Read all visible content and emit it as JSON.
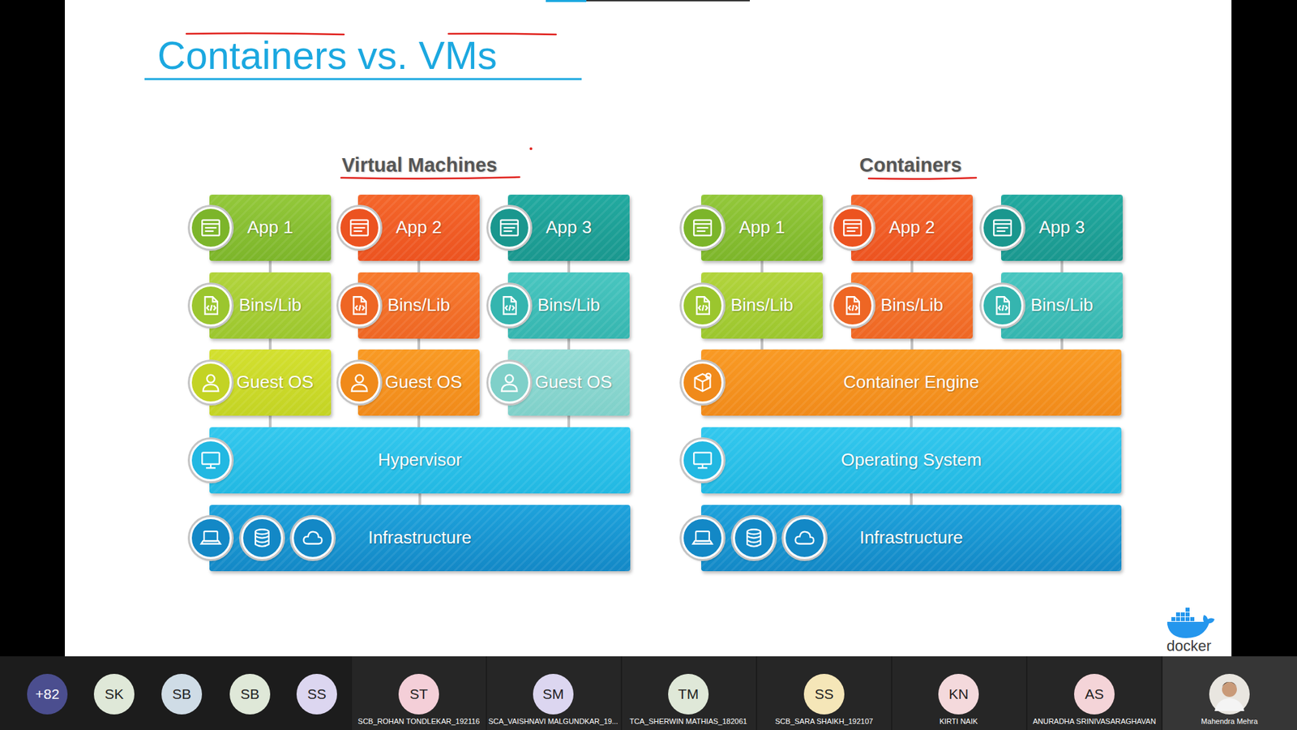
{
  "diagram": {
    "title": "Containers vs. VMs",
    "nodes": [
      {
        "text": [
          "App 1"
        ]
      },
      {
        "text": [
          "App 2"
        ]
      },
      {
        "text": [
          "App 3"
        ]
      },
      {
        "text": [
          "Bins/Lib"
        ]
      },
      {
        "text": [
          "Bins/Lib"
        ]
      },
      {
        "text": [
          "Bins/Lib"
        ]
      },
      {
        "text": [
          "Guest OS"
        ]
      },
      {
        "text": [
          "Guest OS"
        ]
      },
      {
        "text": [
          "Guest OS"
        ]
      },
      {
        "text": [
          "Hypervisor"
        ]
      },
      {
        "text": [
          "Infrastructure"
        ]
      },
      {
        "text": [
          "App 1"
        ]
      },
      {
        "text": [
          "App 2"
        ]
      },
      {
        "text": [
          "App 3"
        ]
      },
      {
        "text": [
          "Bins/Lib"
        ]
      },
      {
        "text": [
          "Bins/Lib"
        ]
      },
      {
        "text": [
          "Bins/Lib"
        ]
      },
      {
        "text": [
          "Container Engine"
        ]
      },
      {
        "text": [
          "Operating System"
        ]
      },
      {
        "text": [
          "Infrastructure"
        ]
      },
      {
        "text": [
          "+82"
        ]
      },
      {
        "text": [
          "SK"
        ]
      },
      {
        "text": [
          "SB"
        ]
      },
      {
        "text": [
          "SB"
        ]
      },
      {
        "text": [
          "SS"
        ]
      },
      {
        "text": [
          "ST"
        ]
      },
      {
        "text": [
          "SM"
        ]
      },
      {
        "text": [
          "TM"
        ]
      },
      {
        "text": [
          "SS"
        ]
      },
      {
        "text": [
          "KN"
        ]
      },
      {
        "text": [
          "AS"
        ]
      }
    ],
    "edges": [
      {
        "from": 0,
        "to": 3,
        "arrow": "none"
      },
      {
        "from": 1,
        "to": 4,
        "arrow": "none"
      },
      {
        "from": 2,
        "to": 5,
        "arrow": "none"
      },
      {
        "from": 3,
        "to": 6,
        "arrow": "none"
      },
      {
        "from": 4,
        "to": 7,
        "arrow": "none"
      },
      {
        "from": 5,
        "to": 8,
        "arrow": "none"
      },
      {
        "from": 6,
        "to": 9,
        "arrow": "none"
      },
      {
        "from": 7,
        "to": 9,
        "arrow": "none"
      },
      {
        "from": 8,
        "to": 9,
        "arrow": "none"
      },
      {
        "from": 9,
        "to": 10,
        "arrow": "none"
      },
      {
        "from": 11,
        "to": 14,
        "arrow": "none"
      },
      {
        "from": 12,
        "to": 15,
        "arrow": "none"
      },
      {
        "from": 13,
        "to": 16,
        "arrow": "none"
      },
      {
        "from": 14,
        "to": 17,
        "arrow": "none"
      },
      {
        "from": 15,
        "to": 17,
        "arrow": "none"
      },
      {
        "from": 16,
        "to": 17,
        "arrow": "none"
      },
      {
        "from": 17,
        "to": 18,
        "arrow": "none"
      },
      {
        "from": 18,
        "to": 19,
        "arrow": "none"
      }
    ],
    "labels": [
      "Virtual Machines",
      "Containers",
      "docker",
      "SCB_ROHAN TONDLEKAR_192116",
      "SCA_VAISHNAVI MALGUNDKAR_19...",
      "TCA_SHERWIN MATHIAS_182061",
      "SCB_SARA SHAIKH_192107",
      "KIRTI NAIK",
      "ANURADHA SRINIVASARAGHAVAN",
      "Mahendra  Mehra"
    ]
  }
}
